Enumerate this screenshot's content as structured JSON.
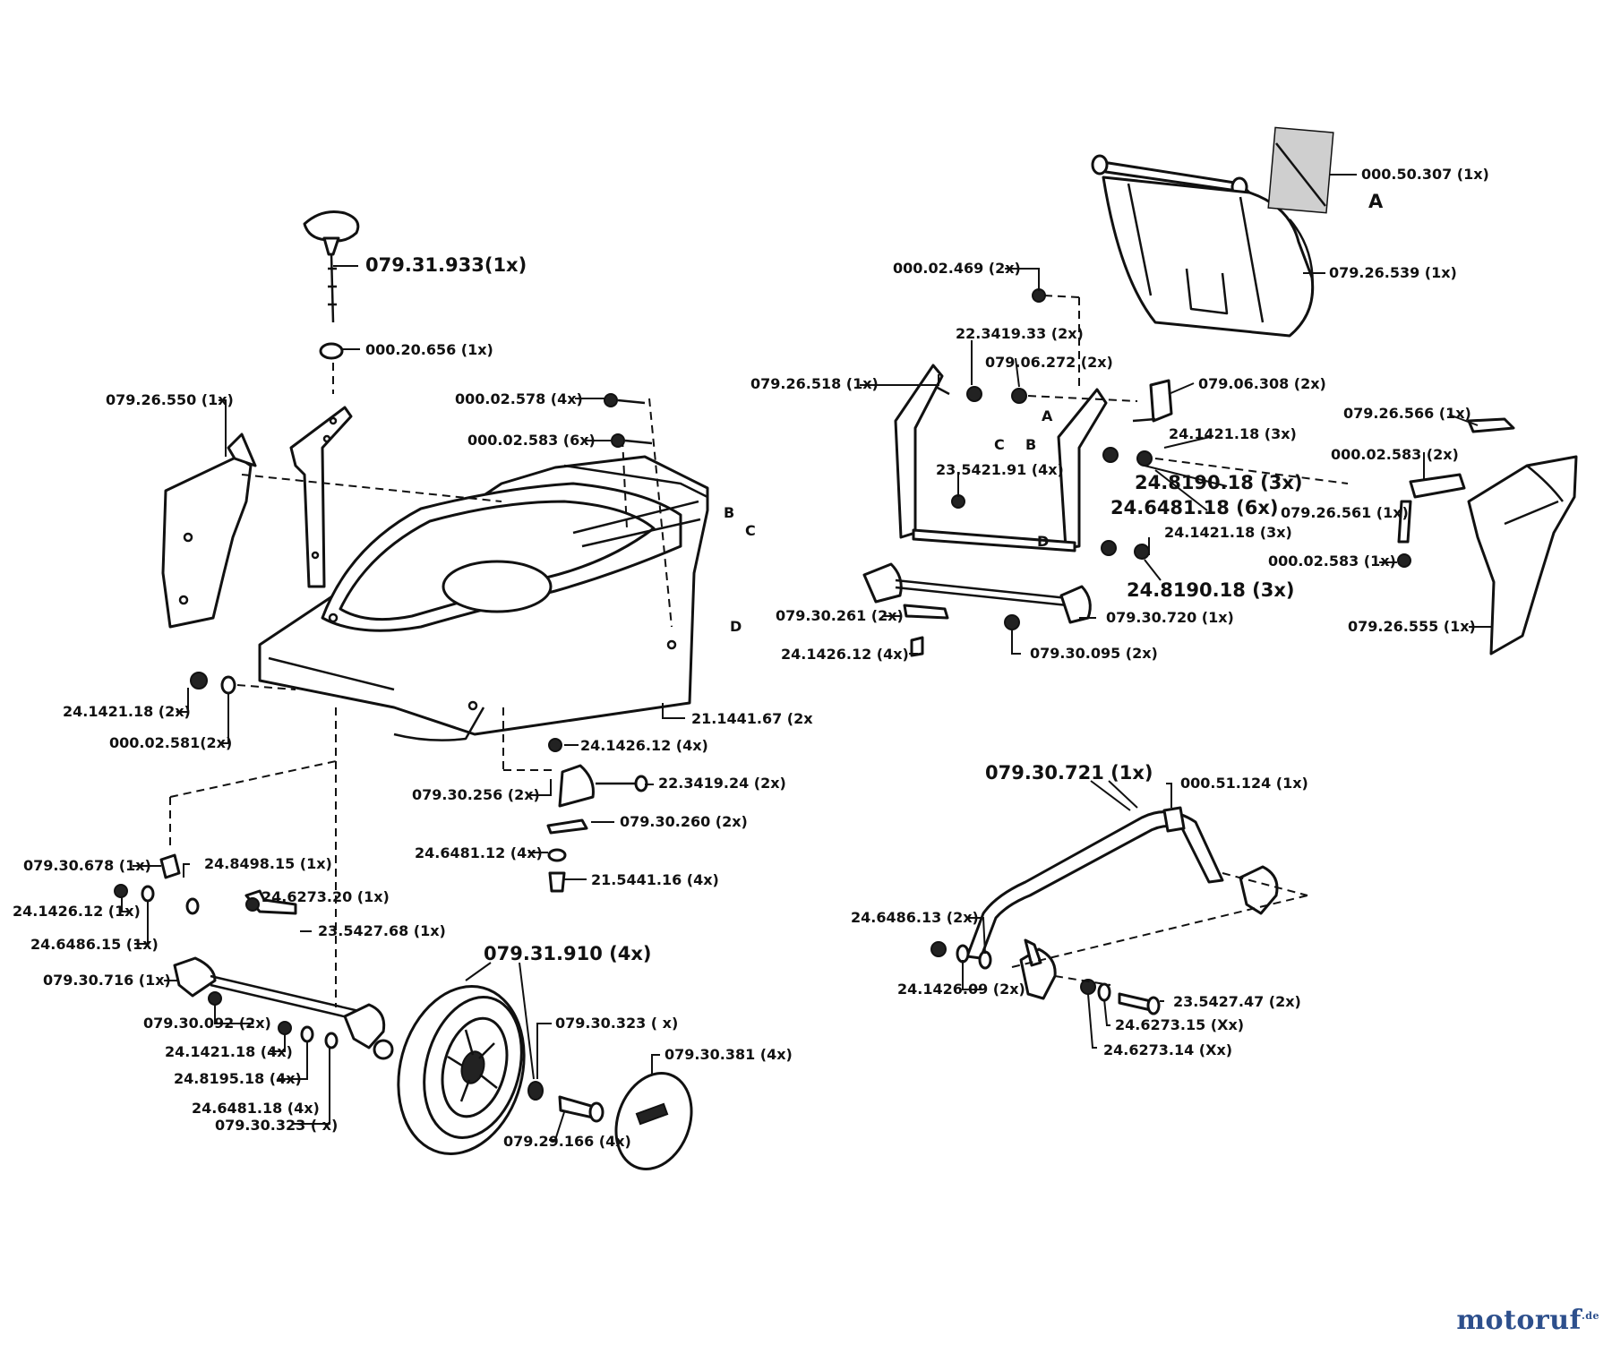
{
  "parts": {
    "p1": "079.31.933(1x)",
    "p2": "000.20.656 (1x)",
    "p3": "079.26.550 (1x)",
    "p4": "000.02.578 (4x)",
    "p5": "000.02.583 (6x)",
    "p6": "24.1421.18 (2x)",
    "p7": "000.02.581(2x)",
    "p8": "21.1441.67 (2x",
    "p9": "24.1426.12 (4x)",
    "p10": "079.30.256 (2x)",
    "p11": "22.3419.24 (2x)",
    "p12": "079.30.260 (2x)",
    "p13": "24.6481.12 (4x)",
    "p14": "21.5441.16 (4x)",
    "p15": "079.30.678 (1x)",
    "p16": "24.8498.15 (1x)",
    "p17": "24.1426.12 (1x)",
    "p18": "24.6486.15 (1x)",
    "p19": "24.6273.20 (1x)",
    "p20": "23.5427.68 (1x)",
    "p21": "079.30.716 (1x)",
    "p22": "079.30.092 (2x)",
    "p23": "24.1421.18 (4x)",
    "p24": "24.8195.18 (4x)",
    "p25": "24.6481.18 (4x)",
    "p26": "079.30.323 ( x)",
    "p27": "079.31.910 (4x)",
    "p28": "079.30.323 ( x)",
    "p29": "079.29.166 (4x)",
    "p30": "079.30.381 (4x)",
    "p31": "000.50.307 (1x)",
    "p32": "000.02.469 (2x)",
    "p33": "079.26.539 (1x)",
    "p34": "22.3419.33 (2x)",
    "p35": "079.06.272 (2x)",
    "p36": "079.26.518 (1x)",
    "p37": "079.06.308 (2x)",
    "p38": "24.1421.18 (3x)",
    "p39": "079.26.566 (1x)",
    "p40": "000.02.583 (2x)",
    "p41": "23.5421.91 (4x)",
    "p42": "24.8190.18 (3x)",
    "p43": "24.6481.18 (6x)",
    "p44": "079.26.561 (1x)",
    "p45": "24.1421.18 (3x)",
    "p46": "000.02.583 (1x)",
    "p47": "24.8190.18 (3x)",
    "p48": "079.30.261 (2x)",
    "p49": "079.30.720 (1x)",
    "p50": "24.1426.12 (4x)",
    "p51": "079.30.095 (2x)",
    "p52": "079.26.555 (1x)",
    "p53": "079.30.721 (1x)",
    "p54": "000.51.124 (1x)",
    "p55": "24.6486.13 (2x)",
    "p56": "24.1426.09 (2x)",
    "p57": "23.5427.47 (2x)",
    "p58": "24.6273.15 (Xx)",
    "p59": "24.6273.14 (Xx)"
  },
  "letters": {
    "A1": "A",
    "A2": "A",
    "B1": "B",
    "B2": "B",
    "C1": "C",
    "C2": "C",
    "D1": "D",
    "D2": "D"
  },
  "brand": {
    "name": "motoruf",
    "suffix": ".de"
  }
}
